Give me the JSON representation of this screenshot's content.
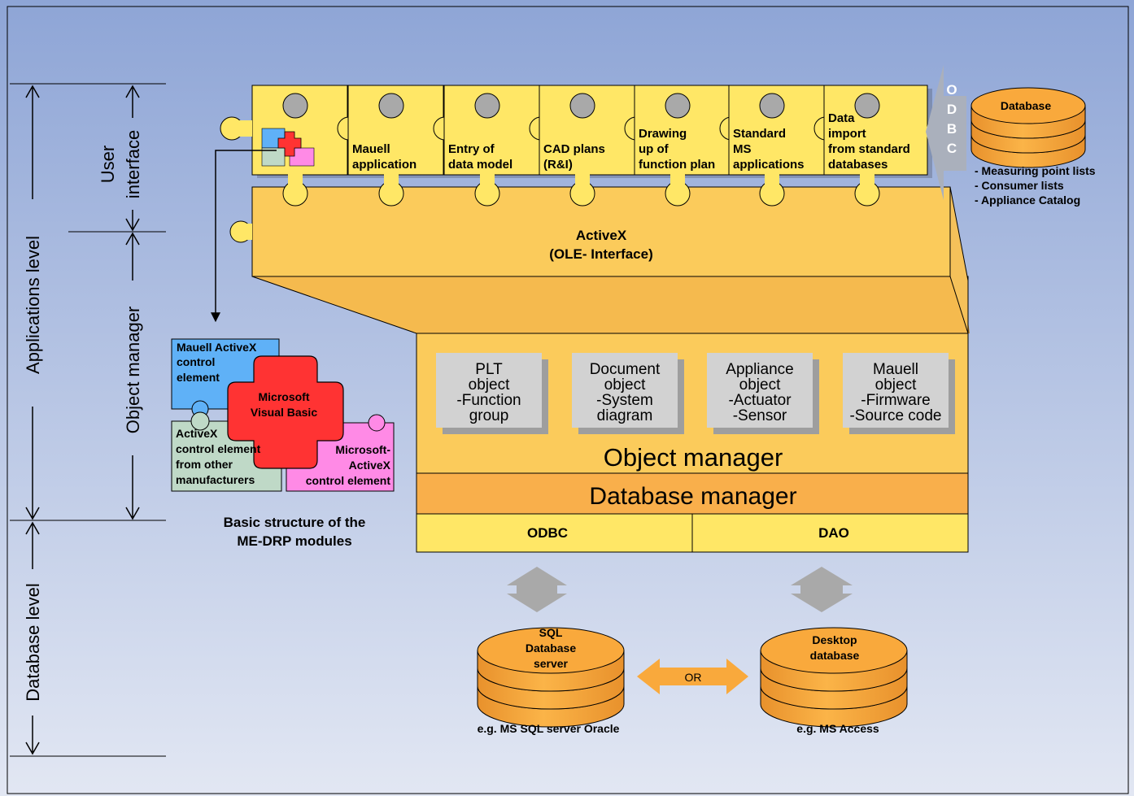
{
  "levels": {
    "applications": "Applications level",
    "database": "Database level",
    "user_interface": [
      "User",
      "interface"
    ],
    "object_manager": "Object manager"
  },
  "ui_puzzle": {
    "tiles": [
      {
        "lines": []
      },
      {
        "lines": [
          "Mauell",
          "application"
        ]
      },
      {
        "lines": [
          "Entry of",
          "data model"
        ]
      },
      {
        "lines": [
          "CAD plans",
          "(R&I)"
        ]
      },
      {
        "lines": [
          "Drawing",
          "up of",
          "function plan"
        ]
      },
      {
        "lines": [
          "Standard",
          "MS",
          "applications"
        ]
      },
      {
        "lines": [
          "Data",
          "import",
          "from standard",
          "databases"
        ]
      }
    ]
  },
  "odbc_arrow_letters": [
    "O",
    "D",
    "B",
    "C"
  ],
  "external_db": {
    "label": "Database",
    "items": [
      "- Measuring point lists",
      "- Consumer lists",
      "- Appliance Catalog"
    ]
  },
  "activex": {
    "line1": "ActiveX",
    "line2": "(OLE- Interface)"
  },
  "objects": [
    {
      "lines": [
        "PLT",
        "object",
        "-Function",
        "group"
      ]
    },
    {
      "lines": [
        "Document",
        "object",
        "-System",
        "diagram"
      ]
    },
    {
      "lines": [
        "Appliance",
        "object",
        "-Actuator",
        "-Sensor"
      ]
    },
    {
      "lines": [
        "Mauell",
        "object",
        "-Firmware",
        "-Source code"
      ]
    }
  ],
  "object_manager_label": "Object manager",
  "database_manager_label": "Database manager",
  "interfaces": {
    "odbc": "ODBC",
    "dao": "DAO"
  },
  "legend": {
    "pieces": {
      "mauell": [
        "Mauell ActiveX",
        "control",
        "element"
      ],
      "vb": [
        "Microsoft",
        "Visual Basic"
      ],
      "other": [
        "ActiveX",
        "control element",
        "from other",
        "manufacturers"
      ],
      "ms": [
        "Microsoft-",
        "ActiveX",
        "control element"
      ]
    },
    "caption": [
      "Basic structure of the",
      "ME-DRP modules"
    ]
  },
  "databases": {
    "sql": {
      "label": [
        "SQL",
        "Database",
        "server"
      ],
      "caption": "e.g. MS SQL server Oracle"
    },
    "desktop": {
      "label": [
        "Desktop",
        "database"
      ],
      "caption": "e.g. MS Access"
    },
    "or_label": "OR"
  },
  "colors": {
    "tile_yellow": "#FFE766",
    "activex_orange": "#FBCB5B",
    "db_manager": "#F9AF4B",
    "cylinder": "#F9A93C",
    "object_box": "#D2D2D2",
    "gray_arrow": "#A9A9A9",
    "piece_blue": "#5FB1F7",
    "piece_red": "#FF3333",
    "piece_green": "#BFD9C7",
    "piece_pink": "#FF8AE6"
  }
}
